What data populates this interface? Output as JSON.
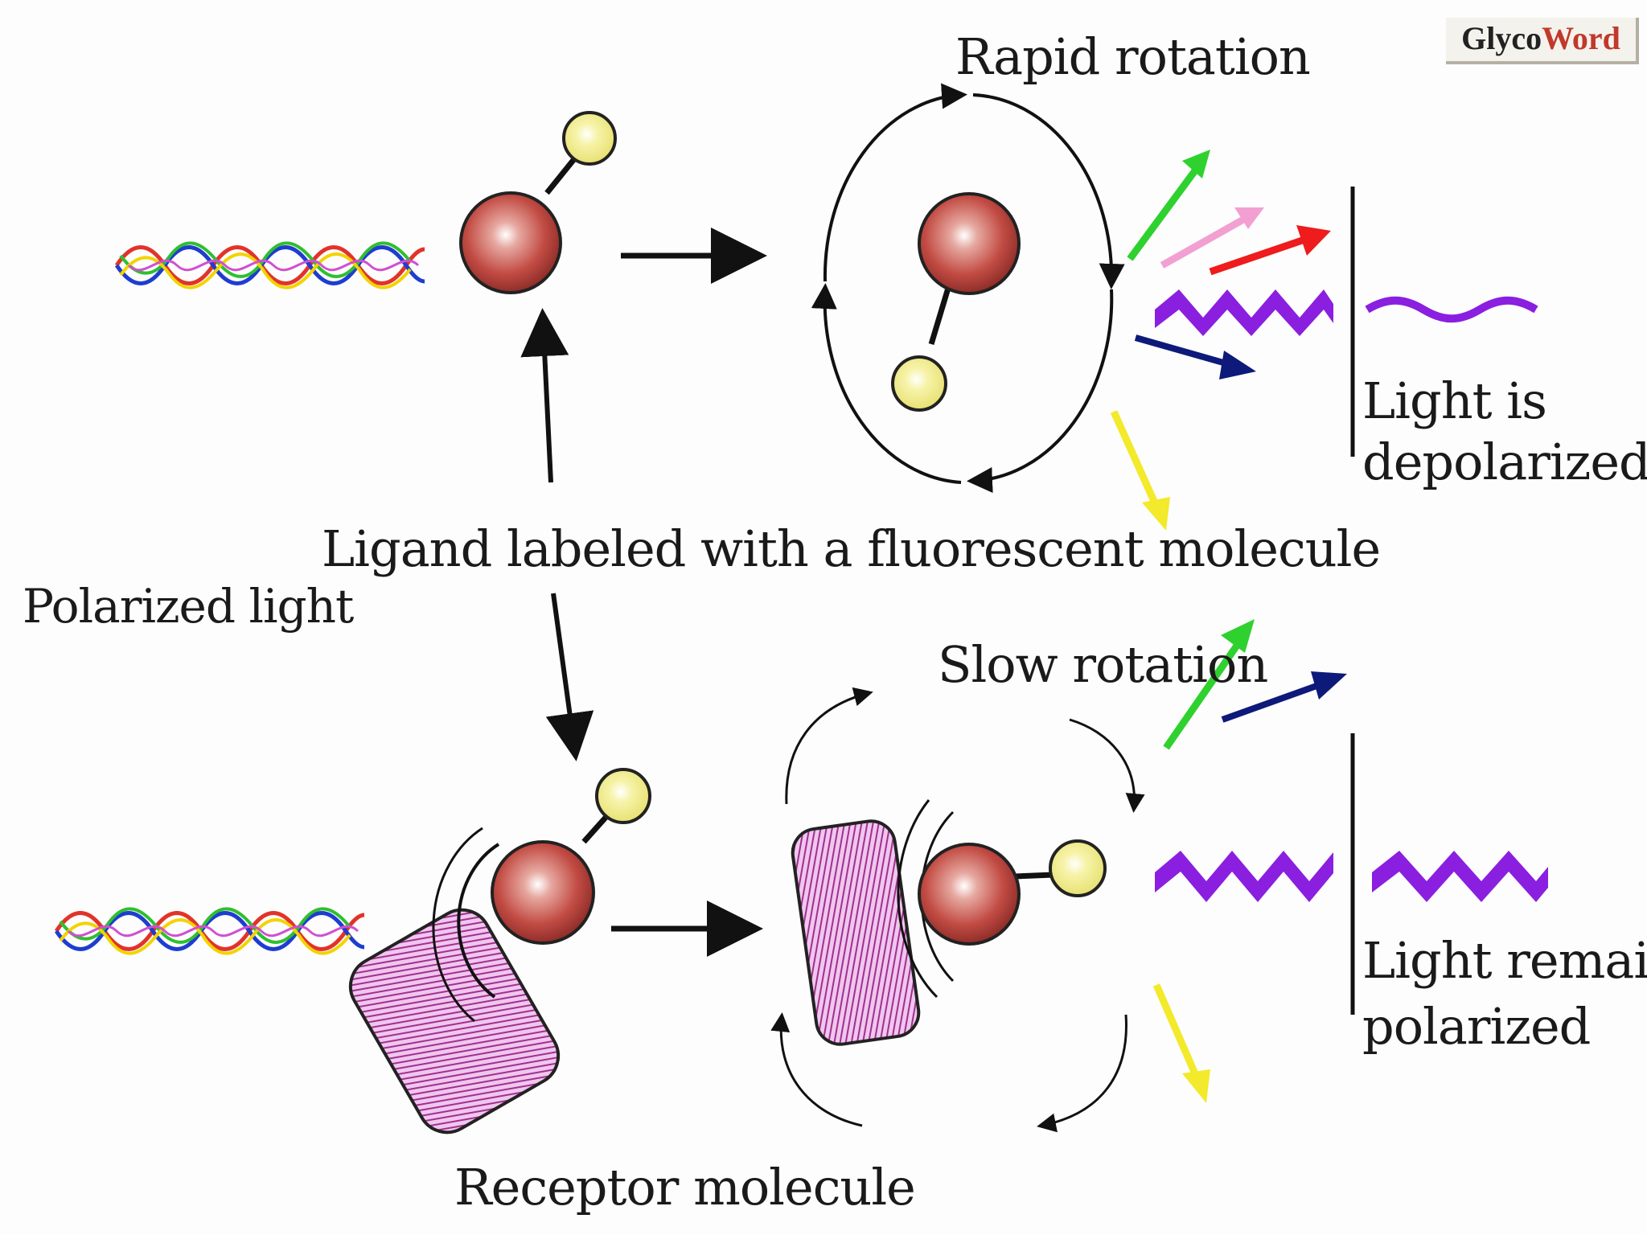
{
  "brand": {
    "part1": "Glyco",
    "part2": "Word"
  },
  "labels": {
    "rapid_rotation": "Rapid rotation",
    "light_is": "Light is",
    "depolarized": "depolarized",
    "ligand": "Ligand labeled with a fluorescent molecule",
    "polarized_light": "Polarized light",
    "slow_rotation": "Slow rotation",
    "light_remains": "Light remains",
    "polarized": "polarized",
    "receptor": "Receptor molecule"
  },
  "colors": {
    "molecule": "#b8403a",
    "fluorophore": "#f1ee8a",
    "wave": "#8a1fe0",
    "receptor": "#e9b6e6",
    "arrow_green": "#2fd12f",
    "arrow_pink": "#f2a0d2",
    "arrow_red": "#ee1c1c",
    "arrow_navy": "#0d1a7a",
    "arrow_yellow": "#f2ea2a"
  }
}
